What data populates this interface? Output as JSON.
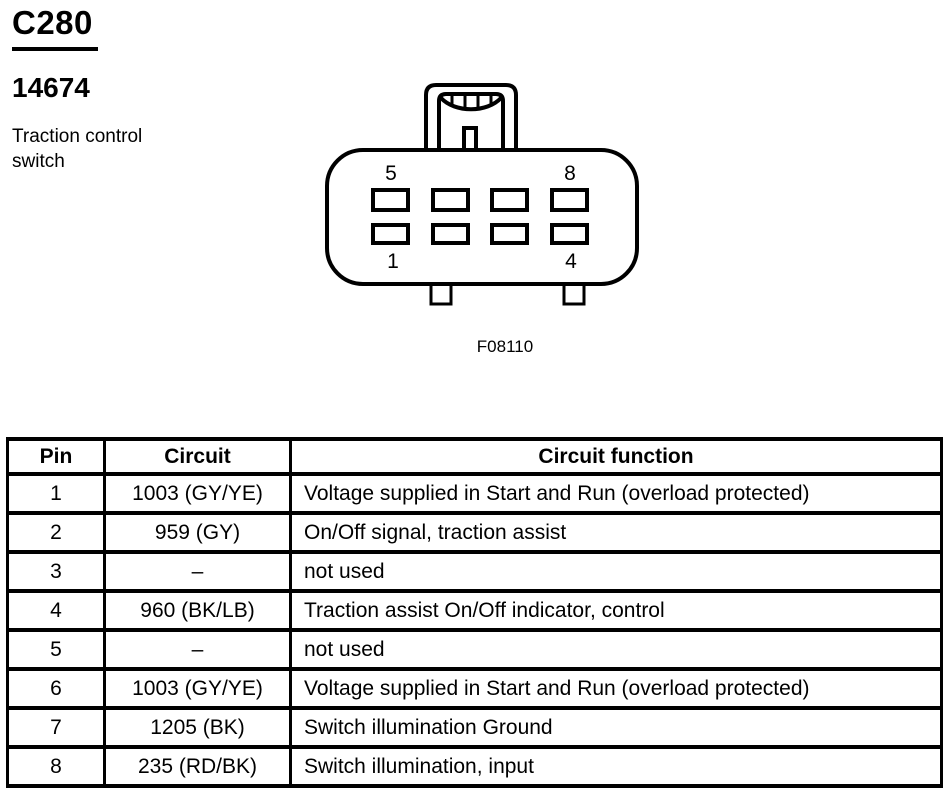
{
  "header": {
    "connector_id": "C280",
    "part_number": "14674",
    "description": "Traction control\nswitch"
  },
  "diagram": {
    "figure_caption": "F08110",
    "pin_labels": {
      "top_left": "5",
      "top_right": "8",
      "bottom_left": "1",
      "bottom_right": "4"
    }
  },
  "table": {
    "headers": [
      "Pin",
      "Circuit",
      "Circuit function"
    ],
    "rows": [
      [
        "1",
        "1003 (GY/YE)",
        "Voltage supplied in Start and Run (overload protected)"
      ],
      [
        "2",
        "959 (GY)",
        "On/Off signal, traction assist"
      ],
      [
        "3",
        "–",
        "not used"
      ],
      [
        "4",
        "960 (BK/LB)",
        "Traction assist On/Off indicator, control"
      ],
      [
        "5",
        "–",
        "not used"
      ],
      [
        "6",
        "1003 (GY/YE)",
        "Voltage supplied in Start and Run (overload protected)"
      ],
      [
        "7",
        "1205 (BK)",
        "Switch illumination Ground"
      ],
      [
        "8",
        "235 (RD/BK)",
        "Switch illumination, input"
      ]
    ]
  },
  "colors": {
    "ink": "#000000",
    "background": "#ffffff"
  }
}
